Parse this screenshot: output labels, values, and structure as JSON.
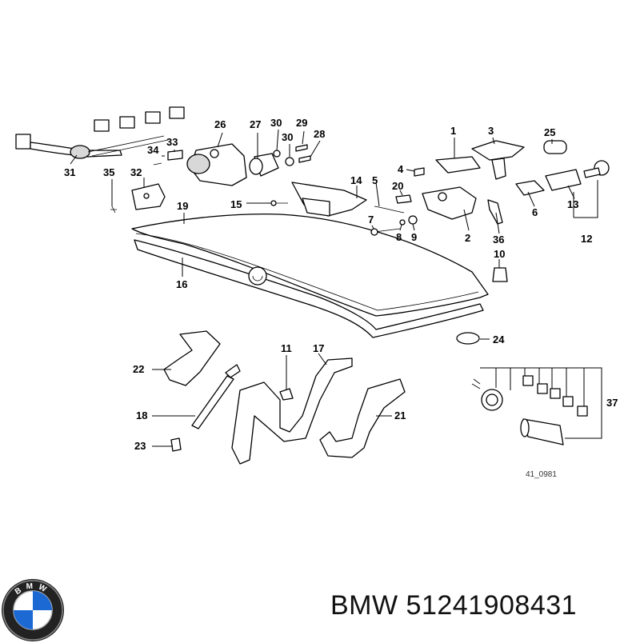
{
  "caption": {
    "brand": "BMW",
    "part_number": "51241908431"
  },
  "diagram": {
    "reference_code": "41_0981",
    "callouts": [
      "1",
      "2",
      "3",
      "4",
      "5",
      "6",
      "7",
      "8",
      "9",
      "10",
      "11",
      "12",
      "13",
      "14",
      "15",
      "16",
      "17",
      "18",
      "19",
      "20",
      "21",
      "22",
      "23",
      "24",
      "25",
      "26",
      "27",
      "28",
      "29",
      "30",
      "30",
      "31",
      "32",
      "33",
      "34",
      "35",
      "36",
      "37"
    ]
  },
  "logo": {
    "icon": "bmw-roundel-icon",
    "letters": "BMW"
  },
  "colors": {
    "line": "#000000",
    "background": "#ffffff",
    "logo_blue": "#1c69d4"
  }
}
